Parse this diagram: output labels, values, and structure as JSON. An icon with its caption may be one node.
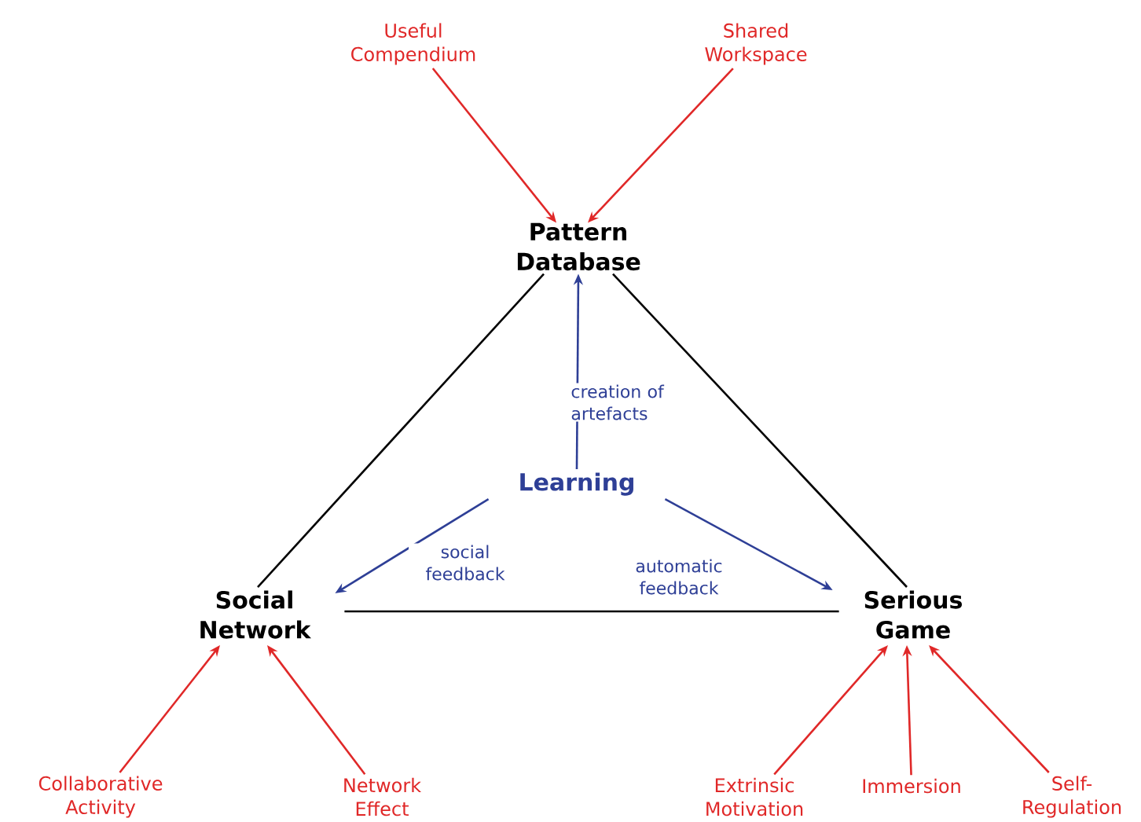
{
  "diagram": {
    "nodes": [
      {
        "text": [
          "Useful Compendium"
        ]
      },
      {
        "text": [
          "Shared Workspace"
        ]
      },
      {
        "text": [
          "Pattern Database"
        ]
      },
      {
        "text": [
          "Learning"
        ]
      },
      {
        "text": [
          "Social Network"
        ]
      },
      {
        "text": [
          "Serious Game"
        ]
      },
      {
        "text": [
          "Collaborative Activity"
        ]
      },
      {
        "text": [
          "Network Effect"
        ]
      },
      {
        "text": [
          "Extrinsic Motivation"
        ]
      },
      {
        "text": [
          "Immersion"
        ]
      },
      {
        "text": [
          "Self-Regulation"
        ]
      }
    ],
    "edges": [
      {
        "from": 0,
        "to": 2,
        "arrow": "to"
      },
      {
        "from": 1,
        "to": 2,
        "arrow": "to"
      },
      {
        "from": 2,
        "to": 4,
        "arrow": "none",
        "color": "#000000"
      },
      {
        "from": 2,
        "to": 5,
        "arrow": "none",
        "color": "#000000"
      },
      {
        "from": 4,
        "to": 5,
        "arrow": "none",
        "color": "#000000"
      },
      {
        "from": 3,
        "to": 2,
        "arrow": "to",
        "label": "creation of artefacts",
        "color": "#2e3f96"
      },
      {
        "from": 3,
        "to": 4,
        "arrow": "to",
        "label": "social feedback",
        "color": "#2e3f96"
      },
      {
        "from": 3,
        "to": 5,
        "arrow": "to",
        "label": "automatic feedback",
        "color": "#2e3f96"
      },
      {
        "from": 6,
        "to": 4,
        "arrow": "to"
      },
      {
        "from": 7,
        "to": 4,
        "arrow": "to"
      },
      {
        "from": 8,
        "to": 5,
        "arrow": "to"
      },
      {
        "from": 9,
        "to": 5,
        "arrow": "to"
      },
      {
        "from": 10,
        "to": 5,
        "arrow": "to"
      }
    ]
  }
}
